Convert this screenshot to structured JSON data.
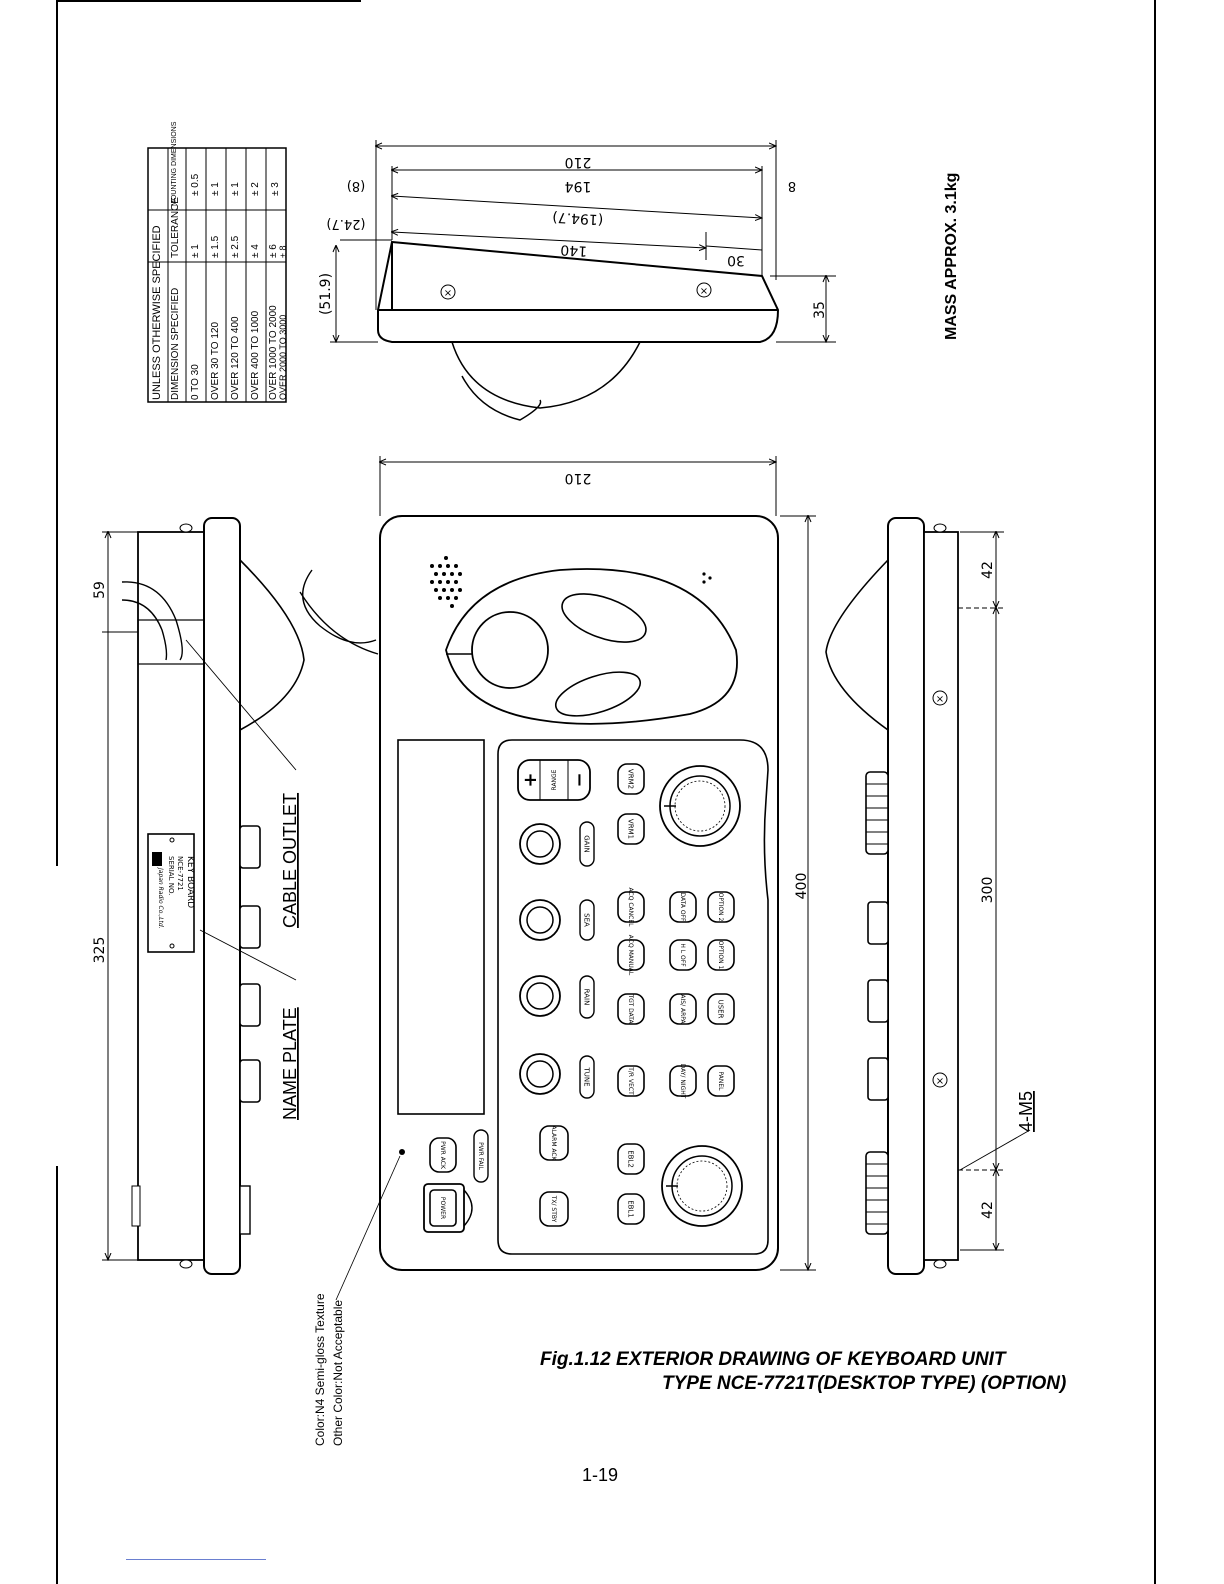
{
  "tolerance_table": {
    "title": "UNLESS OTHERWISE SPECIFIED",
    "headers": [
      "DIMENSION SPECIFIED",
      "TOLERANCE",
      "MOUNTING DIMENSIONS"
    ],
    "rows": [
      {
        "range": "0 TO 30",
        "tolerance": "± 1",
        "mounting": "± 0.5"
      },
      {
        "range": "OVER 30 TO 120",
        "tolerance": "± 1.5",
        "mounting": "± 1"
      },
      {
        "range": "OVER 120 TO 400",
        "tolerance": "± 2.5",
        "mounting": "± 1"
      },
      {
        "range": "OVER 400 TO 1000",
        "tolerance": "± 4",
        "mounting": "± 2"
      },
      {
        "range": "OVER 1000 TO 2000",
        "tolerance": "± 6",
        "mounting": "± 3"
      },
      {
        "range": "OVER 2000 TO 3000",
        "tolerance": "± 8",
        "mounting": ""
      }
    ]
  },
  "side_view": {
    "dims": [
      "210",
      "194",
      "(194.7)",
      "140",
      "30",
      "(8)",
      "8",
      "(24.7)",
      "(51.9)",
      "35"
    ]
  },
  "mass": "MASS APPROX. 3.1kg",
  "front_view": {
    "width_dim": "210",
    "height_dim": "400",
    "buttons": {
      "range": "RANGE",
      "plus": "+",
      "minus": "−",
      "vrm2": "VRM2",
      "vrm1": "VRM1",
      "gain": "GAIN",
      "sea": "SEA",
      "rain": "RAIN",
      "tune": "TUNE",
      "aco_cancel": "ACQ CANCEL",
      "data_off": "DATA OFF",
      "option2": "OPTION 2",
      "aco_manual": "ACQ MANUAL",
      "hl_off": "H L OFF",
      "option1": "OPTION 1",
      "tgt_data": "TGT DATA",
      "ais_arpa": "AIS/ ARPA",
      "user": "USER",
      "tr_vect": "T/R VECT",
      "day_night": "DAY/ NIGHT",
      "panel": "PANEL",
      "alarm_ack": "ALARM ACK",
      "ebl2": "EBL2",
      "ebl1": "EBL1",
      "tx_stby": "TX/ STBY",
      "pwr_ack": "PWR ACK",
      "pwr_fail": "PWR FAIL",
      "power": "POWER"
    }
  },
  "left_view": {
    "dims": [
      "59",
      "325"
    ],
    "name_plate_label": "NAME PLATE",
    "cable_outlet_label": "CABLE OUTLET",
    "plate_text": [
      "KEY BOARD",
      "NCE-7721",
      "SERIAL NO.",
      "Japan Radio Co.,Ltd."
    ]
  },
  "right_view": {
    "dims": [
      "42",
      "300",
      "42"
    ],
    "screw_label": "4-M5"
  },
  "color_note": [
    "Color:N4 Semi-gloss Texture",
    "Other Color:Not Acceptable"
  ],
  "caption": {
    "line1": "Fig.1.12 EXTERIOR DRAWING OF KEYBOARD UNIT",
    "line2": "TYPE NCE-7721T(DESKTOP TYPE) (OPTION)"
  },
  "page_number": "1-19"
}
